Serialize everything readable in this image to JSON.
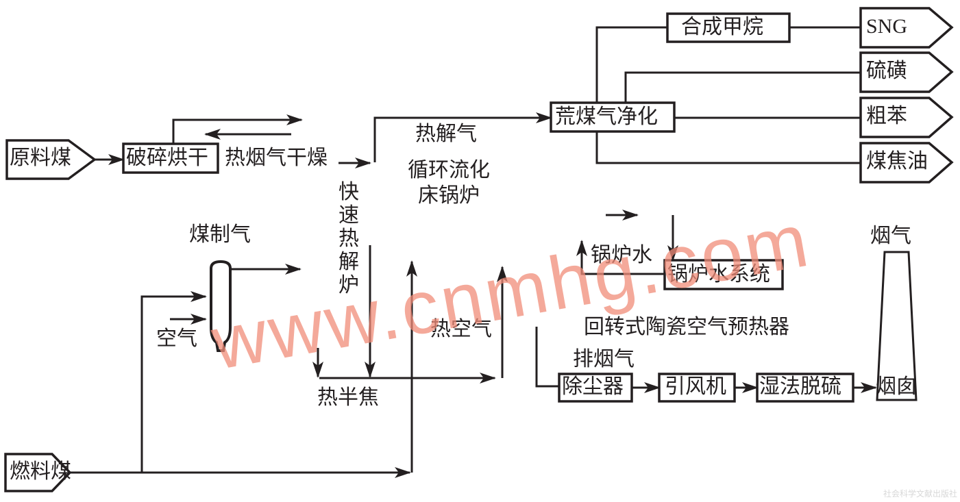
{
  "diagram": {
    "inputs": {
      "raw_coal": "原料煤",
      "fuel_coal": "燃料煤"
    },
    "processes": {
      "crush_dry": "破碎烘干",
      "raw_gas_purification": "荒煤气净化",
      "methane_synthesis": "合成甲烷",
      "boiler_water_system": "锅炉水系统",
      "dust_collector": "除尘器",
      "induced_fan": "引风机",
      "wet_desulfurization": "湿法脱硫",
      "chimney": "烟囱"
    },
    "outputs": {
      "sng": "SNG",
      "sulfur": "硫磺",
      "crude_benzene": "粗苯",
      "coal_tar": "煤焦油"
    },
    "units": {
      "fast_pyrolysis_furnace": "快速热解炉",
      "cfb_boiler_line1": "循环流化",
      "cfb_boiler_line2": "床锅炉",
      "gas_producer": "煤制气",
      "air_preheater": "回转式陶瓷空气预热器"
    },
    "streams": {
      "hot_flue_gas_drying": "热烟气干燥",
      "pyrolysis_gas": "热解气",
      "air": "空气",
      "hot_semicoke": "热半焦",
      "hot_air": "热空气",
      "boiler_water": "锅炉水",
      "exhaust_gas": "排烟气",
      "flue_gas": "烟气"
    },
    "watermark": "www.cnmhg.com",
    "publisher": "社会科学文献出版社"
  }
}
